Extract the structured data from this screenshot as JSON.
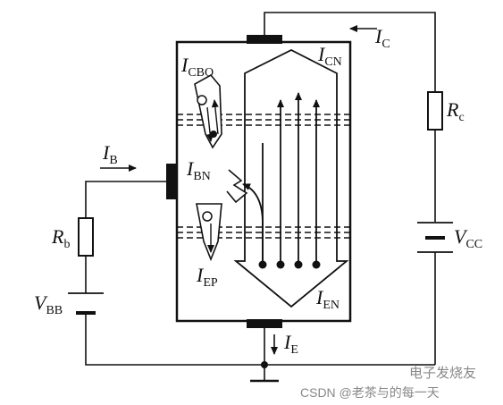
{
  "labels": {
    "ic_main": "I",
    "ic_sub": "C",
    "icn_main": "I",
    "icn_sub": "CN",
    "icbo_main": "I",
    "icbo_sub": "CBO",
    "ib_main": "I",
    "ib_sub": "B",
    "ibn_main": "I",
    "ibn_sub": "BN",
    "rb_main": "R",
    "rb_sub": "b",
    "rc_main": "R",
    "rc_sub": "c",
    "vbb_main": "V",
    "vbb_sub": "BB",
    "vcc_main": "V",
    "vcc_sub": "CC",
    "iep_main": "I",
    "iep_sub": "EP",
    "ien_main": "I",
    "ien_sub": "EN",
    "ie_main": "I",
    "ie_sub": "E"
  },
  "watermark": {
    "csdn": "CSDN @老茶与的每一天",
    "logo": "电子发烧友"
  }
}
